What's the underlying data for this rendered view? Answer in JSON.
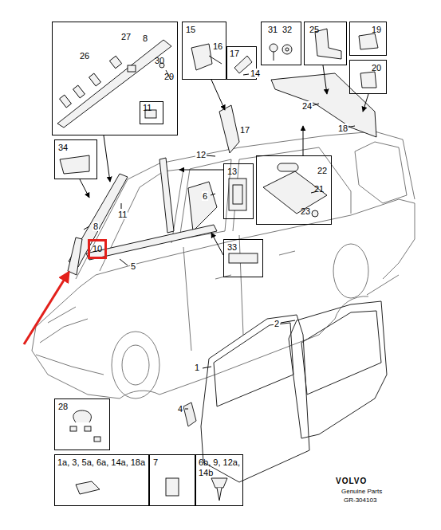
{
  "diagram": {
    "nodes": [
      {
        "text": [
          "26",
          "27",
          "8",
          "30",
          "29"
        ]
      },
      {
        "text": [
          "11"
        ],
        "in": 0
      },
      {
        "text": [
          "15",
          "16"
        ]
      },
      {
        "text": [
          "17"
        ]
      },
      {
        "text": [
          "31",
          "32"
        ]
      },
      {
        "text": [
          "25"
        ]
      },
      {
        "text": [
          "19"
        ]
      },
      {
        "text": [
          "20"
        ]
      },
      {
        "text": [
          "34"
        ]
      },
      {
        "text": [
          "13"
        ]
      },
      {
        "text": [
          "22",
          "21",
          "23"
        ]
      },
      {
        "text": [
          "33"
        ]
      },
      {
        "text": [
          "10"
        ]
      },
      {
        "text": [
          "28"
        ]
      },
      {
        "text": [
          "1a, 3, 5a, 6a, 14a, 18a"
        ]
      },
      {
        "text": [
          "7"
        ]
      },
      {
        "text": [
          "6b, 9, 12a, 14b"
        ]
      }
    ],
    "labels": [
      "24",
      "18",
      "14",
      "17",
      "12",
      "6",
      "8",
      "11",
      "5",
      "2",
      "1",
      "4",
      "VOLVO",
      "Genuine Parts",
      "GR-304103"
    ]
  }
}
